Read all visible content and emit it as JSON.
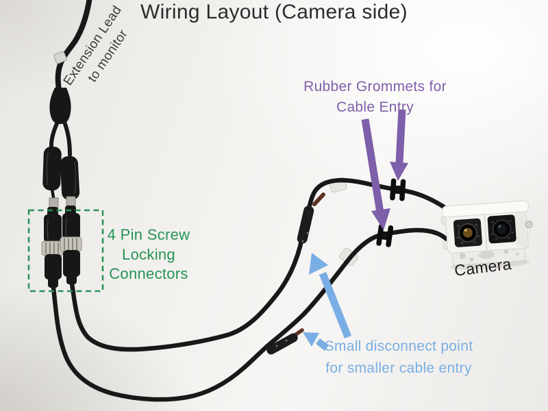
{
  "title": "Wiring Layout (Camera side)",
  "annotations": {
    "extension_lead": {
      "line1": "Extension Lead",
      "line2": "to monitor"
    },
    "rubber_grommets": {
      "line1": "Rubber Grommets for",
      "line2": "Cable Entry"
    },
    "pin_connectors": {
      "line1": "4 Pin Screw",
      "line2": "Locking",
      "line3": "Connectors"
    },
    "camera": {
      "label": "Camera"
    },
    "disconnect": {
      "line1": "Small disconnect point",
      "line2": "for smaller cable entry"
    }
  },
  "colors": {
    "purple": "#7e5fa9",
    "green": "#259355",
    "blue": "#79aee4",
    "dark_text": "#2c2c2c",
    "extension_text": "#3b3b3b",
    "camera_text": "#1a1a1a"
  }
}
